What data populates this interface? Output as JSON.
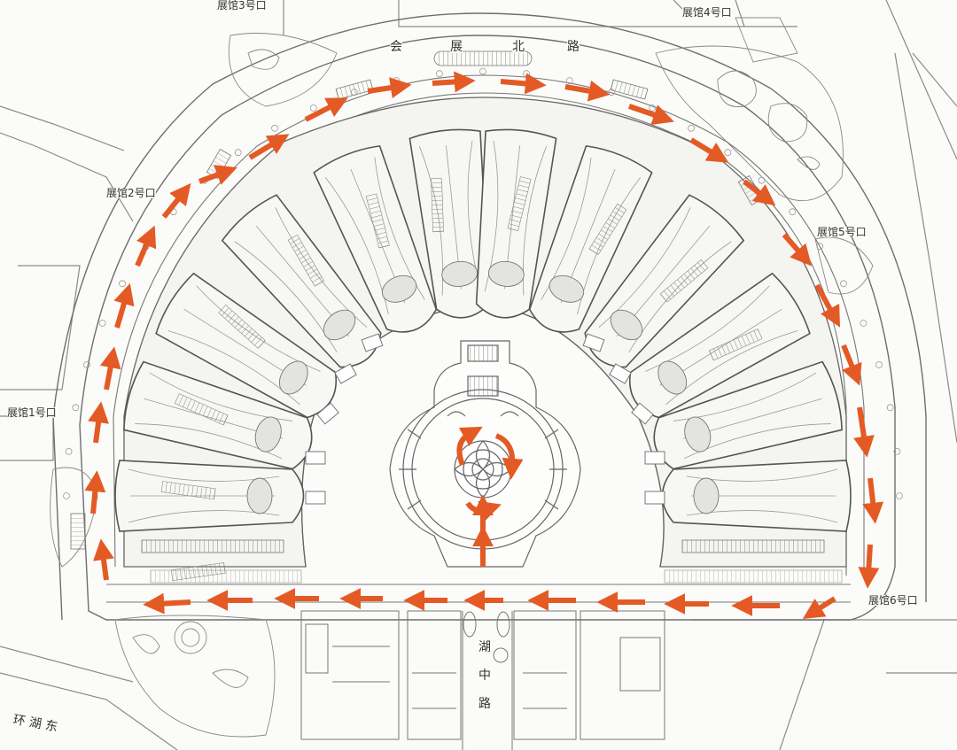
{
  "colors": {
    "route_arrow": "#e45a24",
    "line": "#6e6e6e",
    "hall_fill": "#f7f7f4",
    "ground": "#fbfbf9"
  },
  "map": {
    "gates": {
      "gate1": "展馆1号口",
      "gate2": "展馆2号口",
      "gate3": "展馆3号口",
      "gate4": "展馆4号口",
      "gate5": "展馆5号口",
      "gate6": "展馆6号口"
    },
    "roads": {
      "north": [
        "会",
        "展",
        "北",
        "路"
      ],
      "center": [
        "湖",
        "中",
        "路"
      ],
      "southwest": "环 湖 东"
    },
    "circulation_direction": "clockwise"
  }
}
